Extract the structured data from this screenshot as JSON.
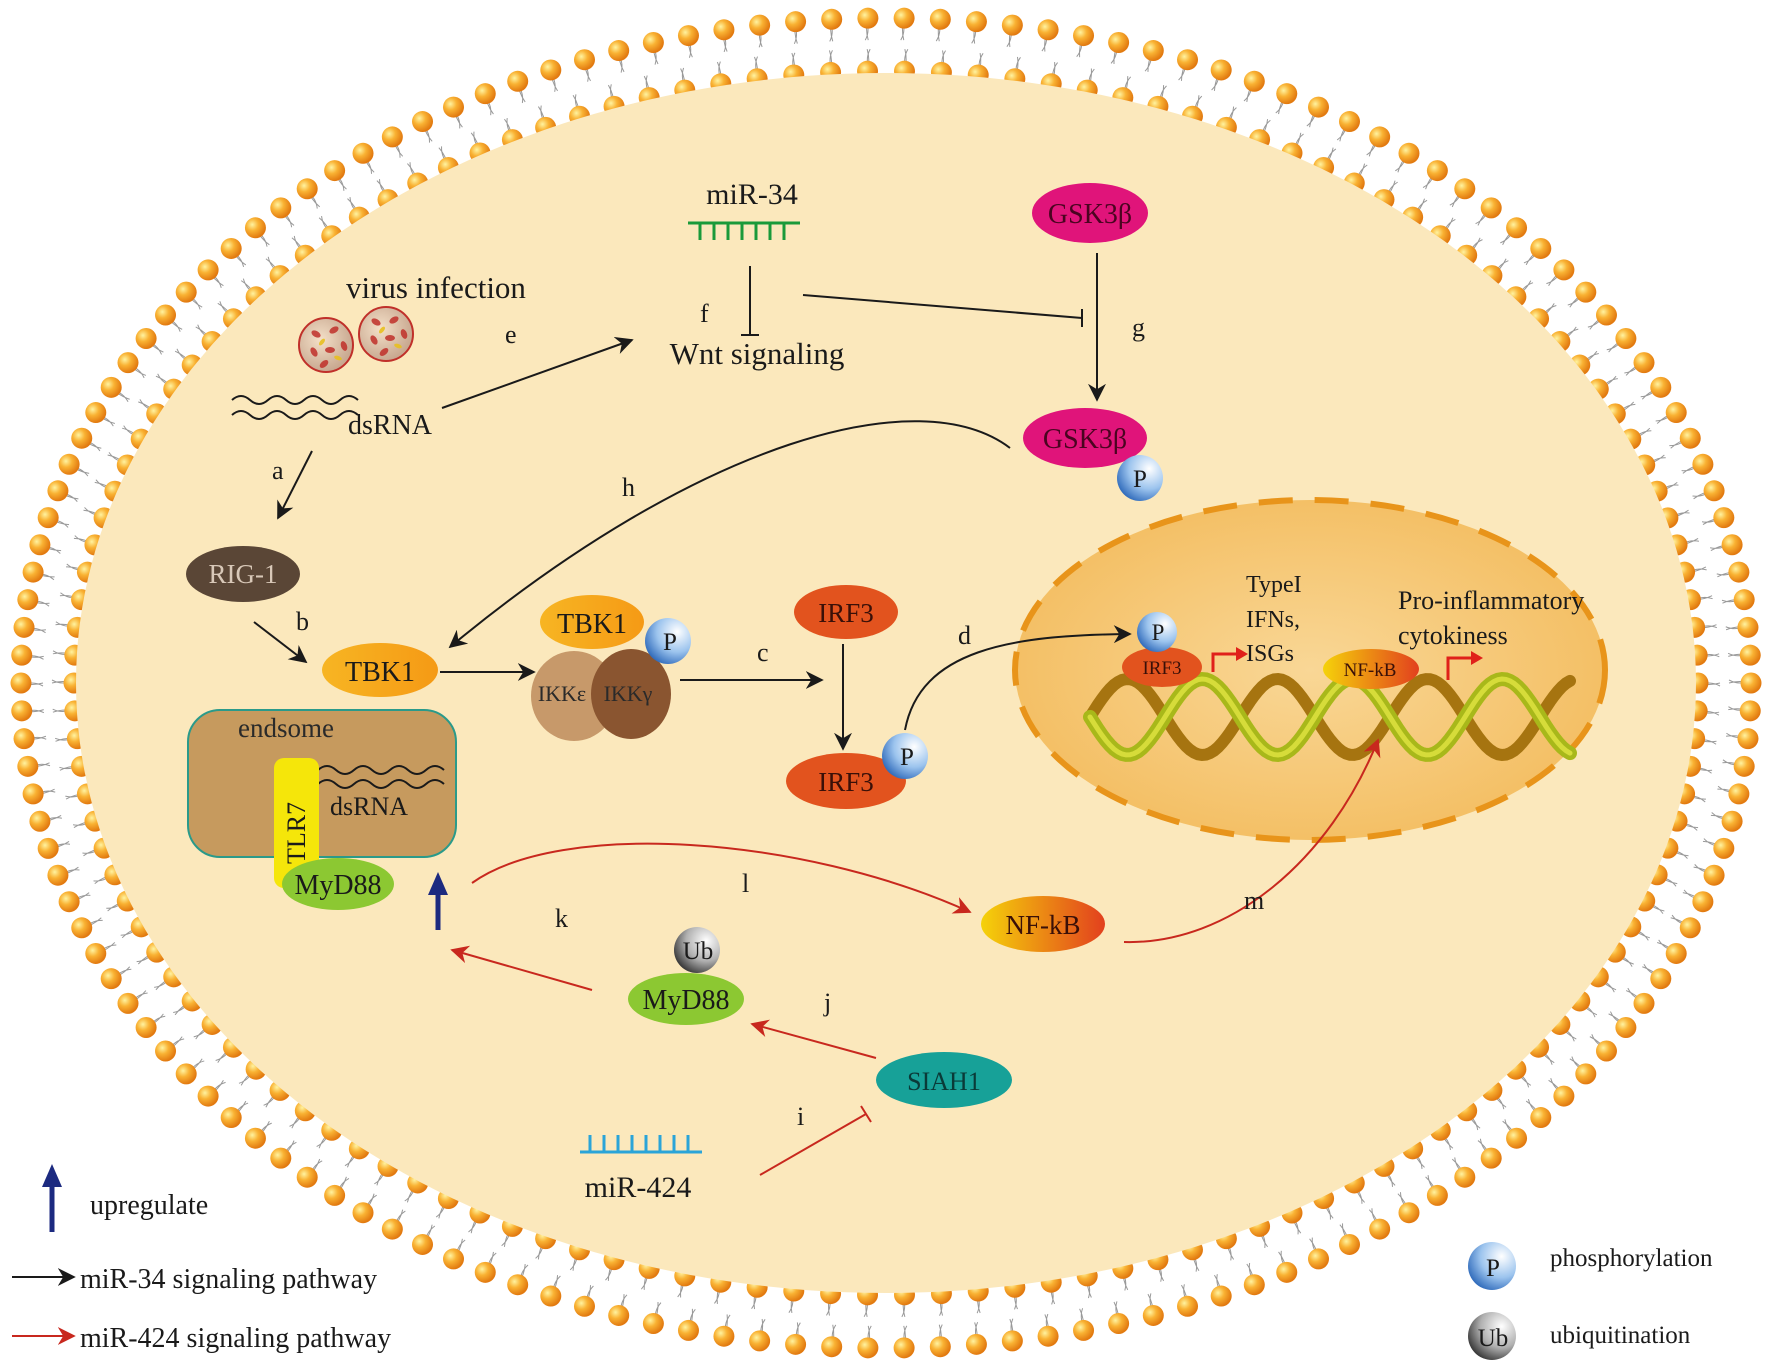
{
  "colors": {
    "cytoplasm": "#fbe8bc",
    "lipid_head": "#f5a020",
    "black_arrow": "#1a1a1a",
    "red_arrow": "#c8281e",
    "upregulate_arrow": "#1c2a80",
    "nucleus_fill": "#f5c777",
    "nucleus_border": "#e8941a",
    "endosome_fill": "#c69a5e",
    "endosome_border": "#2a9a8a",
    "rig1": "#5a4636",
    "tbk1": "#f7a81e",
    "irf3": "#e2531e",
    "gsk3b": "#e0147a",
    "myd88": "#8cc832",
    "tlr7": "#f5e60a",
    "siah1": "#17a198",
    "ikke": "#c7996a",
    "ikkg": "#8a5530",
    "mir34": "#1a9a3a",
    "mir424": "#2aa4d8",
    "phospho": "#3b7cc4",
    "ubiq": "#6b6b6b"
  },
  "labels": {
    "mir34": "miR-34",
    "virus_infection": "virus infection",
    "wnt_signaling": "Wnt signaling",
    "dsrna": "dsRNA",
    "rig1": "RIG-1",
    "tbk1": "TBK1",
    "tbk1_complex": "TBK1",
    "ikke": "IKKε",
    "ikkg": "IKKγ",
    "irf3_top": "IRF3",
    "irf3_bottom": "IRF3",
    "irf3_nucleus": "IRF3",
    "gsk3b_top": "GSK3β",
    "gsk3b_bottom": "GSK3β",
    "endosome": "endsome",
    "tlr7": "TLR7",
    "endosome_dsrna": "dsRNA",
    "myd88_endosome": "MyD88",
    "myd88_ub": "MyD88",
    "ub": "Ub",
    "nfkb": "NF-kB",
    "nfkb_nucleus": "NF-kB",
    "siah1": "SIAH1",
    "mir424": "miR-424",
    "p": "P",
    "type1_ifns": [
      "TypeI",
      "IFNs,",
      "ISGs"
    ],
    "pro_inflammatory": [
      "Pro-inflammatory",
      "cytokiness"
    ]
  },
  "step_letters": {
    "a": "a",
    "b": "b",
    "c": "c",
    "d": "d",
    "e": "e",
    "f": "f",
    "g": "g",
    "h": "h",
    "i": "i",
    "j": "j",
    "k": "k",
    "l": "l",
    "m": "m"
  },
  "legend": {
    "upregulate": "upregulate",
    "mir34_pathway": "miR-34 signaling pathway",
    "mir424_pathway": "miR-424 signaling pathway",
    "phosphorylation": "phosphorylation",
    "ubiquitination": "ubiquitination",
    "p_symbol": "P",
    "ub_symbol": "Ub"
  }
}
